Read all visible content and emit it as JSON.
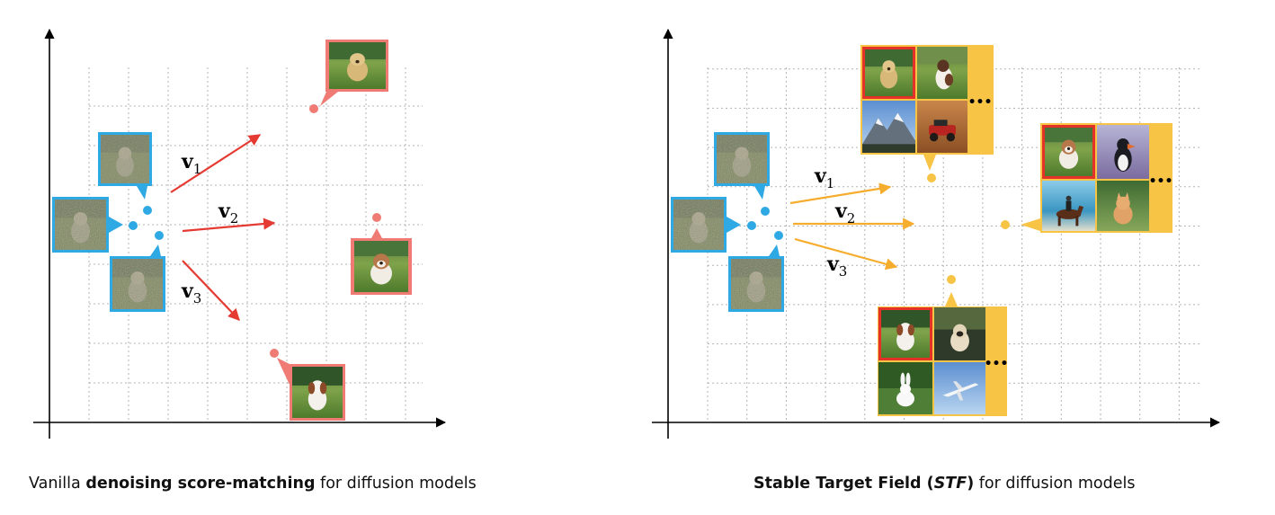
{
  "panels": [
    {
      "id": "vanilla",
      "caption": {
        "prefix": "Vanilla ",
        "bold": "denoising score-matching",
        "suffix": " for diffusion models"
      },
      "vector_labels": [
        {
          "base": "v",
          "sub": "1"
        },
        {
          "base": "v",
          "sub": "2"
        },
        {
          "base": "v",
          "sub": "3"
        }
      ],
      "noisy_images": [
        "noisy dog (upper)",
        "noisy dog (left)",
        "noisy dog (lower)"
      ],
      "clean_targets": [
        "labrador",
        "bulldog",
        "cavalier"
      ]
    },
    {
      "id": "stf",
      "caption": {
        "bold_1": "Stable Target Field (",
        "bold_italic": "STF",
        "bold_2": ")",
        "suffix": " for diffusion models"
      },
      "vector_labels": [
        {
          "base": "v",
          "sub": "1"
        },
        {
          "base": "v",
          "sub": "2"
        },
        {
          "base": "v",
          "sub": "3"
        }
      ],
      "reference_batches": [
        {
          "images": [
            "labrador",
            "dog on grass",
            "mountain",
            "race car"
          ],
          "ellipsis": "•••"
        },
        {
          "images": [
            "bulldog",
            "puffin",
            "horse rider",
            "kitten"
          ],
          "ellipsis": "•••"
        },
        {
          "images": [
            "cavalier",
            "pug",
            "rabbit",
            "airplane"
          ],
          "ellipsis": "•••"
        }
      ]
    }
  ],
  "colors": {
    "noisy_frame": "#2ea9e4",
    "vanilla_arrow": "#e53a32",
    "vanilla_frame": "#ef7b74",
    "stf_arrow": "#f6ac2c",
    "stf_frame": "#f7c445",
    "highlight_frame": "#e53228",
    "grid": "#b3b3b3"
  }
}
